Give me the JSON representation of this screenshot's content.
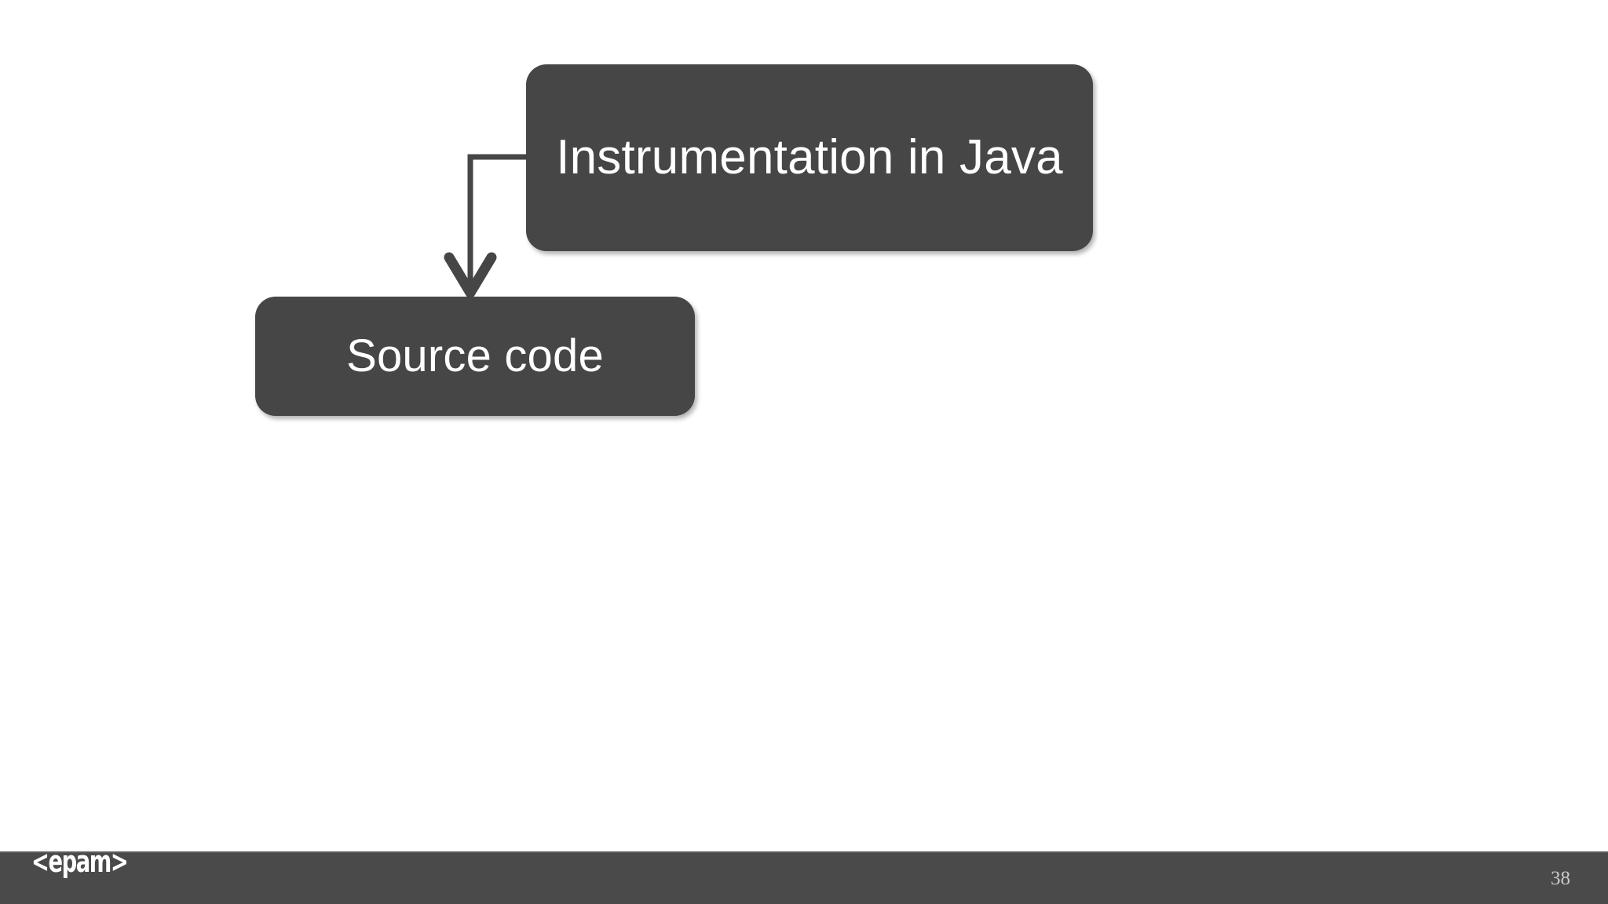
{
  "slide": {
    "background_color": "#ffffff",
    "page_number": "38",
    "node_fill_color": "#464646",
    "node_text_color": "#ffffff",
    "connector_color": "#464646",
    "footer_color": "#4a4a4a"
  },
  "diagram": {
    "type": "flowchart",
    "nodes": [
      {
        "id": "instrumentation-in-java",
        "label": "Instrumentation in Java",
        "shape": "rounded-rectangle"
      },
      {
        "id": "source-code",
        "label": "Source code",
        "shape": "rounded-rectangle"
      }
    ],
    "connectors": [
      {
        "id": "instrumentation-to-source-code",
        "from": "instrumentation-in-java",
        "to": "source-code",
        "style": "elbow",
        "arrowhead": "open-v"
      }
    ]
  },
  "footer": {
    "brand": "<epam>",
    "page_number": "38"
  }
}
